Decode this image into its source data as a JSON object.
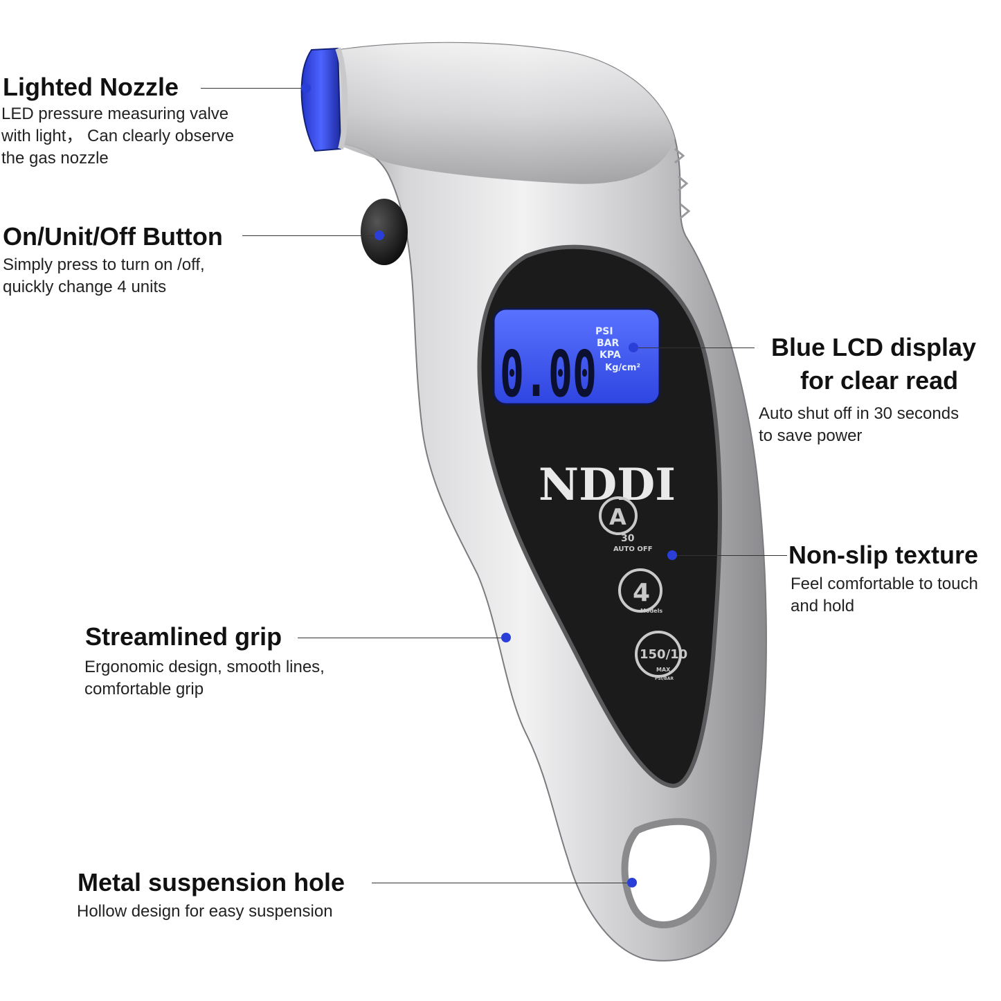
{
  "callouts": {
    "nozzle": {
      "title": "Lighted Nozzle",
      "desc": "LED pressure measuring valve\nwith light， Can clearly observe\nthe gas nozzle"
    },
    "button": {
      "title": "On/Unit/Off Button",
      "desc": "Simply press to turn on /off,\n quickly change 4 units"
    },
    "lcd": {
      "title_line1": "Blue LCD display",
      "title_line2": "for clear read",
      "desc": "Auto shut off in 30 seconds\n to save power"
    },
    "texture": {
      "title": "Non-slip texture",
      "desc": "Feel comfortable to touch\n and hold"
    },
    "grip": {
      "title": "Streamlined grip",
      "desc": "Ergonomic design, smooth lines,\ncomfortable grip"
    },
    "hole": {
      "title": "Metal suspension hole",
      "desc": "Hollow design for easy suspension"
    }
  },
  "device": {
    "brand": "NDDI",
    "lcd_reading": "0.00",
    "lcd_units": [
      "PSI",
      "BAR",
      "KPA",
      "Kg/cm²"
    ],
    "icons": {
      "auto_off_letter": "A",
      "auto_off_number": "30",
      "auto_off_label": "AUTO OFF",
      "modes_number": "4",
      "modes_label": "Models",
      "max_value": "150/10",
      "max_label": "MAX",
      "max_units": "PSI/BAR"
    }
  },
  "colors": {
    "accent_blue": "#2a3fd8",
    "lcd_blue": "#3f5bff",
    "body_silver": "#c9c9cc",
    "panel_black": "#1b1b1b"
  }
}
